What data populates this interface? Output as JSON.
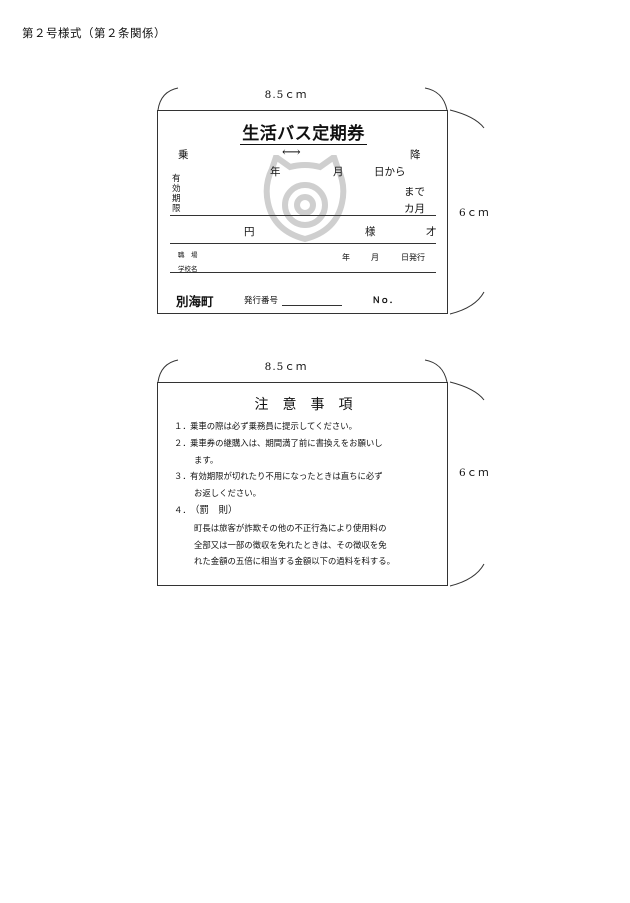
{
  "form_label": "第２号様式（第２条関係）",
  "dimensions": {
    "width": "8.5ｃｍ",
    "height": "6ｃｍ"
  },
  "front": {
    "title": "生活バス定期券",
    "boarding": "乗",
    "arrow": "⟷",
    "alighting": "降",
    "validity_label": [
      "有",
      "効",
      "期",
      "限"
    ],
    "year": "年",
    "month": "月",
    "day_from": "日から",
    "until": "まで",
    "months": "カ月",
    "yen": "円",
    "sama": "様",
    "age": "才",
    "workplace": "職　場",
    "school": "学校名",
    "issue_year": "年",
    "issue_month": "月",
    "issue_day": "日発行",
    "issuer": "別海町",
    "issue_number_label": "発行番号",
    "no_label": "Ｎｏ．"
  },
  "back": {
    "title": "注　意　事　項",
    "items": [
      {
        "num": "１．",
        "lines": [
          "乗車の際は必ず乗務員に提示してください。"
        ]
      },
      {
        "num": "２．",
        "lines": [
          "乗車券の継購入は、期間満了前に書換えをお願いし",
          "ます。"
        ]
      },
      {
        "num": "３．",
        "lines": [
          "有効期限が切れたり不用になったときは直ちに必ず",
          "お返しください。"
        ]
      },
      {
        "num": "４．",
        "lines": [
          "（罰　則）",
          "町長は旅客が詐欺その他の不正行為により使用料の",
          "全部又は一部の徴収を免れたときは、その徴収を免",
          "れた金額の五倍に相当する金額以下の過料を科する。"
        ]
      }
    ]
  },
  "watermark_icon": "town-emblem-seal"
}
